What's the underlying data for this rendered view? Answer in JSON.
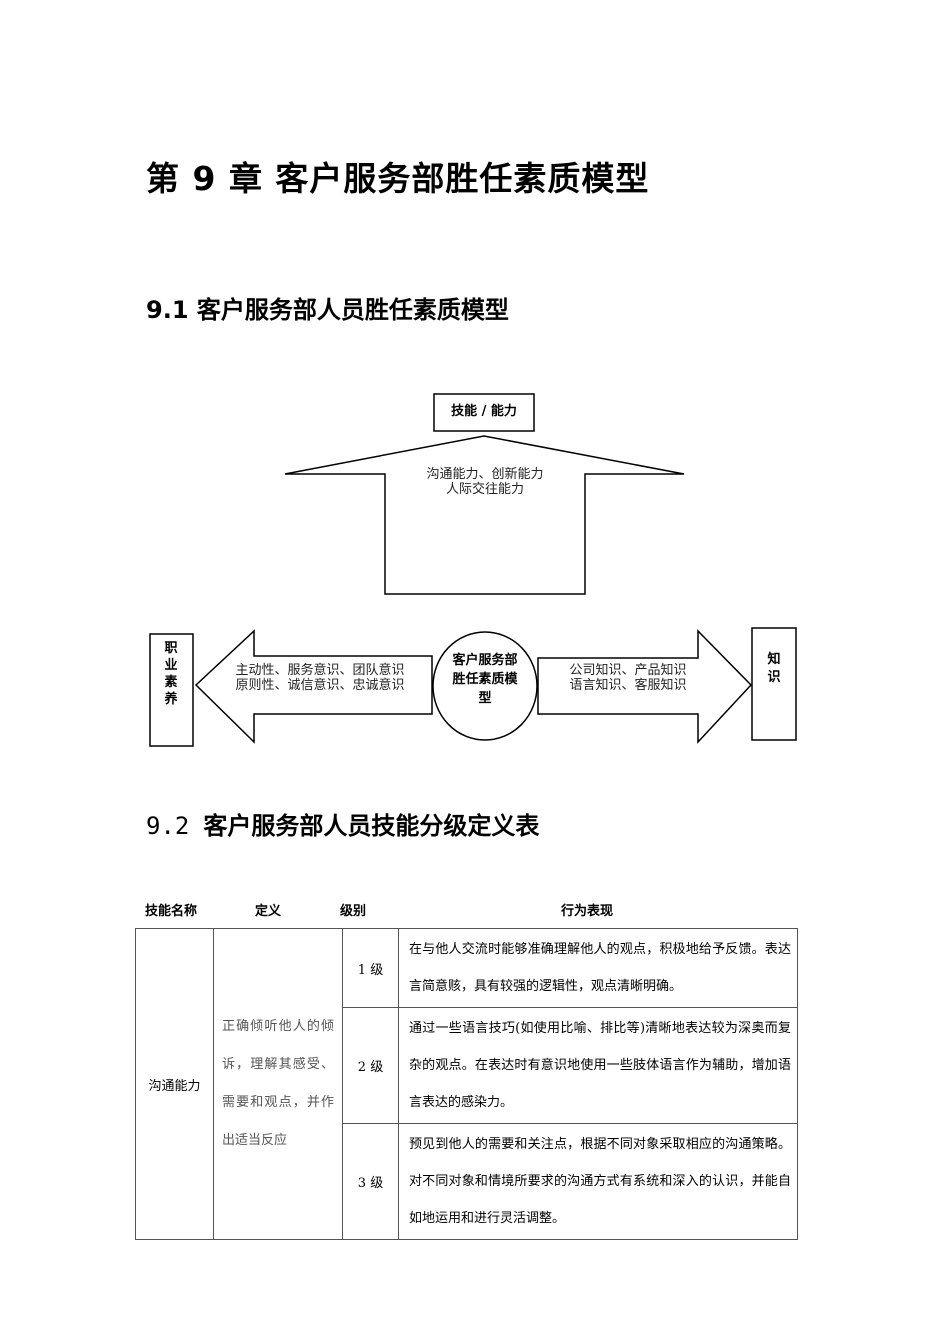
{
  "chapter_title": "第 9 章  客户服务部胜任素质模型",
  "section1_title": "9.1  客户服务部人员胜任素质模型",
  "model": {
    "top_box": "技能 / 能力",
    "top_arrow_line1": "沟通能力、创新能力",
    "top_arrow_line2": "人际交往能力",
    "center": "客户服务部胜任素质模型",
    "left_box": "职业素养",
    "left_arrow_line1": "主动性、服务意识、团队意识",
    "left_arrow_line2": "原则性、诚信意识、忠诚意识",
    "right_box": "知识",
    "right_arrow_line1": "公司知识、产品知识",
    "right_arrow_line2": "语言知识、客服知识"
  },
  "section2_num": "9.2",
  "section2_title": "客户服务部人员技能分级定义表",
  "table": {
    "headers": [
      "技能名称",
      "定义",
      "级别",
      "行为表现"
    ],
    "skill_name": "沟通能力",
    "definition": "正确倾听他人的倾诉，理解其感受、需要和观点，并作出适当反应",
    "levels": [
      {
        "level": "1 级",
        "behavior": "在与他人交流时能够准确理解他人的观点，积极地给予反馈。表达言简意赅，具有较强的逻辑性，观点清晰明确。"
      },
      {
        "level": "2 级",
        "behavior": "通过一些语言技巧(如使用比喻、排比等)清晰地表达较为深奥而复杂的观点。在表达时有意识地使用一些肢体语言作为辅助，增加语言表达的感染力。"
      },
      {
        "level": "3 级",
        "behavior": "预见到他人的需要和关注点，根据不同对象采取相应的沟通策略。对不同对象和情境所要求的沟通方式有系统和深入的认识，并能自如地运用和进行灵活调整。"
      }
    ]
  }
}
